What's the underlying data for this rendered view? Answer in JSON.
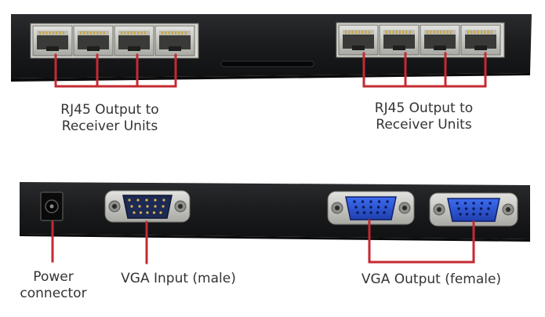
{
  "colors": {
    "device_body": "#1c1d1f",
    "callout_line": "#c42a32",
    "port_metal": "#c9c9c4",
    "vga_female_blue": "#2b56d1",
    "vga_male_navy": "#1d2a55"
  },
  "labels": {
    "rj45_left": [
      "RJ45 Output to",
      "Receiver Units"
    ],
    "rj45_right": [
      "RJ45 Output to",
      "Receiver Units"
    ],
    "power": [
      "Power",
      "connector"
    ],
    "vga_input": "VGA Input (male)",
    "vga_output": "VGA Output (female)"
  },
  "icons": [
    "rj45-port-icon",
    "vga-male-port-icon",
    "vga-female-port-icon",
    "power-jack-icon"
  ]
}
